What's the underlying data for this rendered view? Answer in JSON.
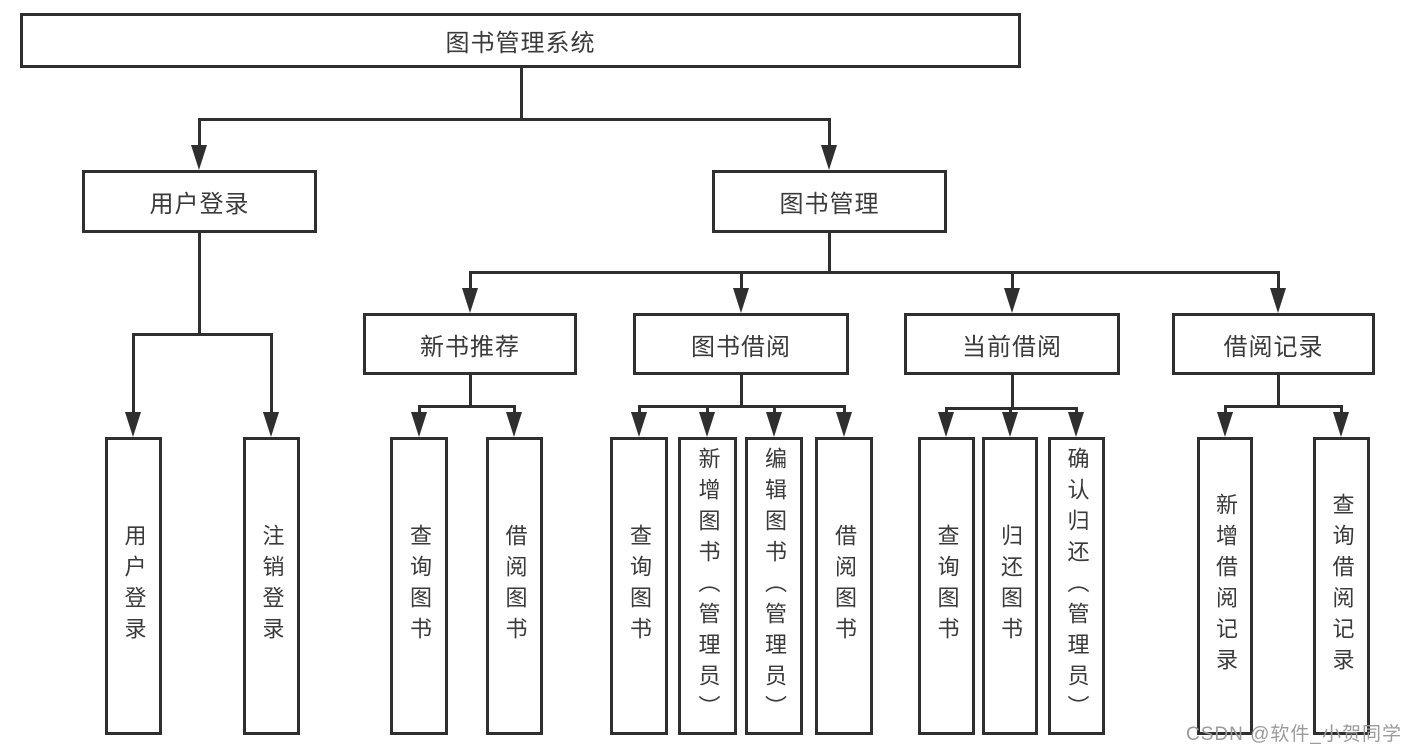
{
  "tree": {
    "root": "图书管理系统",
    "branches": [
      {
        "label": "用户登录",
        "children": [
          {
            "label": "用户登录"
          },
          {
            "label": "注销登录"
          }
        ]
      },
      {
        "label": "图书管理",
        "sections": [
          {
            "label": "新书推荐",
            "children": [
              {
                "label": "查询图书"
              },
              {
                "label": "借阅图书"
              }
            ]
          },
          {
            "label": "图书借阅",
            "children": [
              {
                "label": "查询图书"
              },
              {
                "label": "新增图书（管理员）"
              },
              {
                "label": "编辑图书（管理员）"
              },
              {
                "label": "借阅图书"
              }
            ]
          },
          {
            "label": "当前借阅",
            "children": [
              {
                "label": "查询图书"
              },
              {
                "label": "归还图书"
              },
              {
                "label": "确认归还（管理员）"
              }
            ]
          },
          {
            "label": "借阅记录",
            "children": [
              {
                "label": "新增借阅记录"
              },
              {
                "label": "查询借阅记录"
              }
            ]
          }
        ]
      }
    ]
  },
  "watermark": {
    "text": "CSDN @软件_小贺同学"
  },
  "colors": {
    "line": "#2f2f2f",
    "text": "#3a3a3a",
    "background": "#ffffff",
    "watermark": "#9b9b9b"
  }
}
